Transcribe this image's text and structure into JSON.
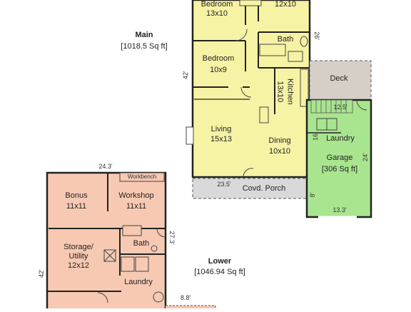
{
  "colors": {
    "main_floor": "#f7f3a4",
    "lower_floor": "#f7c9b2",
    "garage": "#a9e58f",
    "deck": "#d6cfc7",
    "porch": "#d9d9d9",
    "wall": "#222222"
  },
  "main": {
    "title": "Main",
    "area": "[1018.5 Sq ft]",
    "rooms": {
      "bedroom_top": {
        "name": "Bedroom",
        "size": "13x10"
      },
      "bedroom_right_size": "12x10",
      "bath": "Bath",
      "bedroom_mid": {
        "name": "Bedroom",
        "size": "10x9"
      },
      "kitchen": {
        "name": "Kitchen",
        "size": "13x10"
      },
      "living": {
        "name": "Living",
        "size": "15x13"
      },
      "dining": {
        "name": "Dining",
        "size": "10x10"
      }
    },
    "dims": {
      "side": "42'",
      "top_right": "26'",
      "porch_width": "23.5'"
    },
    "porch_label": "Covd. Porch"
  },
  "garage": {
    "laundry": "Laundry",
    "name": "Garage",
    "area": "[306 Sq ft]",
    "deck": "Deck",
    "dims": {
      "deck": "12.5'",
      "side16": "16'",
      "side24": "24'",
      "side8": "8'",
      "bottom": "13.3'"
    }
  },
  "lower": {
    "title": "Lower",
    "area": "[1046.94 Sq ft]",
    "rooms": {
      "workbench": "Workbench",
      "bonus": {
        "name": "Bonus",
        "size": "11x11"
      },
      "workshop": {
        "name": "Workshop",
        "size": "11x11"
      },
      "storage": {
        "name": "Storage/\nUtility",
        "name_line1": "Storage/",
        "name_line2": "Utility",
        "size": "12x12"
      },
      "bath": "Bath",
      "laundry": "Laundry"
    },
    "dims": {
      "top": "24.3'",
      "right": "27.3'",
      "side": "42'",
      "bottom": "8.8'"
    }
  }
}
